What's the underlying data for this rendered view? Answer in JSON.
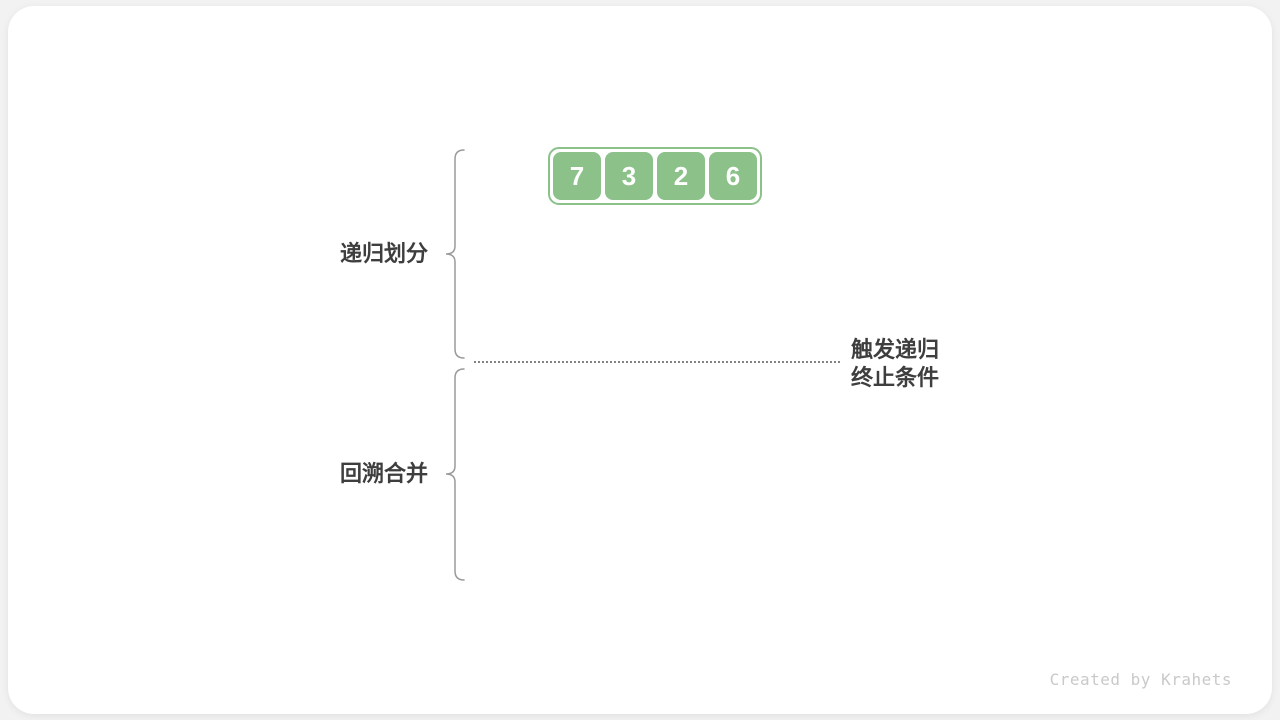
{
  "diagram": {
    "title_context": "merge-sort-phases-diagram",
    "array": {
      "values": [
        "7",
        "3",
        "2",
        "6"
      ]
    },
    "labels": {
      "divide": "递归划分",
      "merge": "回溯合并",
      "terminate_line1": "触发递归",
      "terminate_line2": "终止条件"
    },
    "watermark": "Created by Krahets",
    "colors": {
      "cell_green": "#8cc18a",
      "text_dark": "#3e3e3e",
      "brace_gray": "#9a9a9a",
      "dotted_line": "#848484",
      "watermark_gray": "#c9c9c9",
      "card_bg": "#ffffff",
      "page_bg": "#f2f2f2"
    }
  }
}
